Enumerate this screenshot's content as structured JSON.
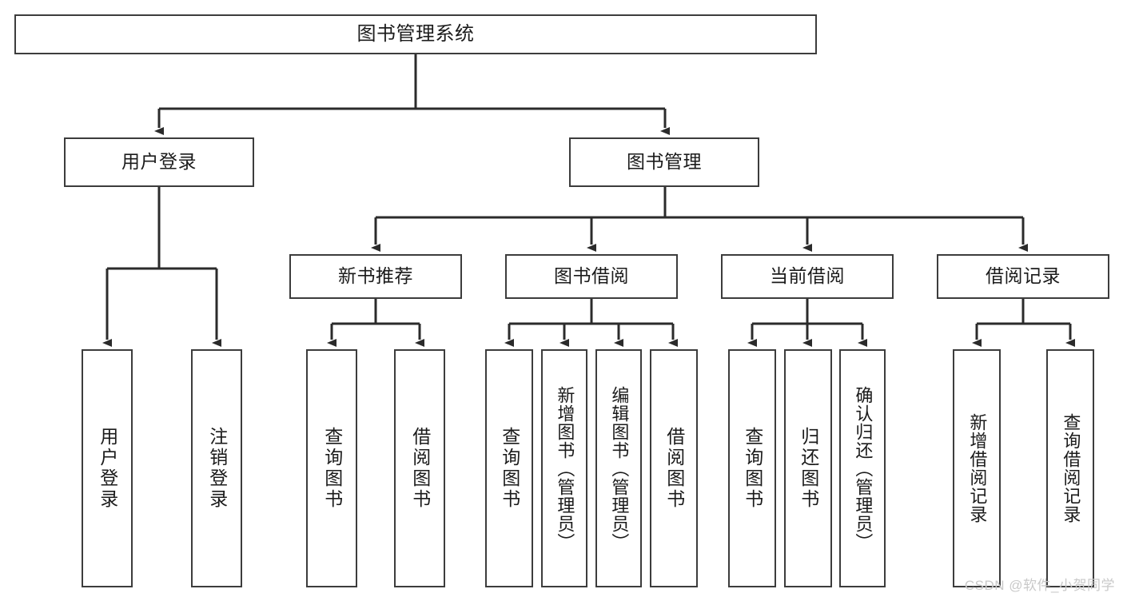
{
  "diagram": {
    "title": "图书管理系统",
    "type": "tree-hierarchy-diagram",
    "watermark": "CSDN @软件_小贺同学",
    "colors": {
      "background": "#ffffff",
      "node_border": "#3c3c3c",
      "node_fill": "#ffffff",
      "edge": "#2b2b2b",
      "text": "#1b1b1b",
      "watermark": "#c9c9c9"
    }
  },
  "nodes": {
    "root": {
      "label": "图书管理系统"
    },
    "level2": [
      {
        "label": "用户登录"
      },
      {
        "label": "图书管理"
      }
    ],
    "level3": [
      {
        "label": "新书推荐"
      },
      {
        "label": "图书借阅"
      },
      {
        "label": "当前借阅"
      },
      {
        "label": "借阅记录"
      }
    ],
    "leaves": {
      "user_login": [
        {
          "label": "用户登录"
        },
        {
          "label": "注销登录"
        }
      ],
      "new_book_recommend": [
        {
          "label": "查询图书"
        },
        {
          "label": "借阅图书"
        }
      ],
      "book_borrow": [
        {
          "label": "查询图书"
        },
        {
          "label": "新增图书（管理员）"
        },
        {
          "label": "编辑图书（管理员）"
        },
        {
          "label": "借阅图书"
        }
      ],
      "current_borrow": [
        {
          "label": "查询图书"
        },
        {
          "label": "归还图书"
        },
        {
          "label": "确认归还（管理员）"
        }
      ],
      "borrow_record": [
        {
          "label": "新增借阅记录"
        },
        {
          "label": "查询借阅记录"
        }
      ]
    }
  }
}
